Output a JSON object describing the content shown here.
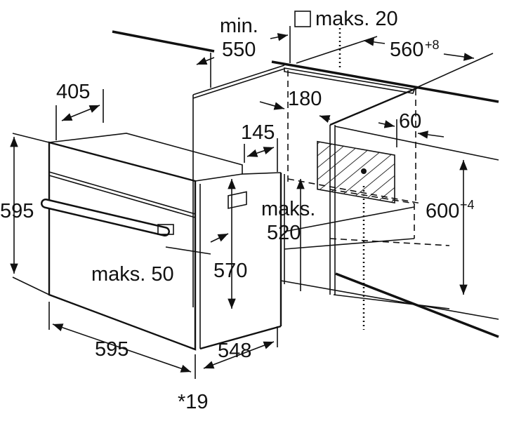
{
  "diagram": {
    "labels": {
      "min": "min.",
      "min_value": "550",
      "maks_20": "maks. 20",
      "width_560": "560",
      "width_560_tol": "+8",
      "depth_405": "405",
      "dim_180": "180",
      "dim_60": "60",
      "dim_145": "145",
      "height_595": "595",
      "maks": "maks.",
      "maks_520": "520",
      "height_600": "600",
      "height_600_tol": "+4",
      "maks_50": "maks. 50",
      "dim_570": "570",
      "width_595": "595",
      "depth_548": "548",
      "note_19": "*19"
    }
  }
}
